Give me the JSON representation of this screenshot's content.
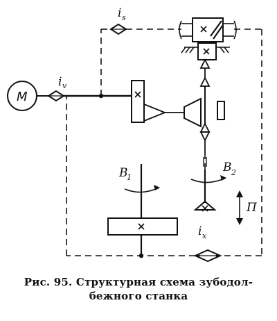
{
  "motor": {
    "label": "M"
  },
  "labels": {
    "i_s": {
      "main": "i",
      "sub": "s"
    },
    "i_v": {
      "main": "i",
      "sub": "v"
    },
    "i_x": {
      "main": "i",
      "sub": "x"
    },
    "B1": {
      "main": "B",
      "sub": "1"
    },
    "B2": {
      "main": "B",
      "sub": "2"
    },
    "P": "П"
  },
  "caption": {
    "prefix": "Рис. 95.",
    "line1": "Структурная схема зубодол-",
    "line2": "бежного станка"
  }
}
